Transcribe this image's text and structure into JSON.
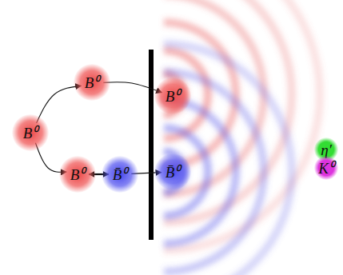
{
  "diagram": {
    "nodes": [
      {
        "text": [
          "B⁰"
        ]
      },
      {
        "text": [
          "B⁰"
        ]
      },
      {
        "text": [
          "B⁰"
        ]
      },
      {
        "text": [
          "B̄⁰"
        ]
      },
      {
        "text": [
          "B⁰"
        ]
      },
      {
        "text": [
          "B̄⁰"
        ]
      }
    ],
    "edges": [
      {
        "from": 0,
        "to": 1,
        "arrow": "to"
      },
      {
        "from": 0,
        "to": 2,
        "arrow": "to"
      },
      {
        "from": 2,
        "to": 3,
        "arrow": "both"
      },
      {
        "from": 1,
        "to": 4,
        "arrow": "to"
      },
      {
        "from": 3,
        "to": 5,
        "arrow": "to"
      }
    ],
    "legend": [
      {
        "text": "η′",
        "color": "#33dd33"
      },
      {
        "text": "K⁰",
        "color": "#dd33dd"
      }
    ]
  }
}
